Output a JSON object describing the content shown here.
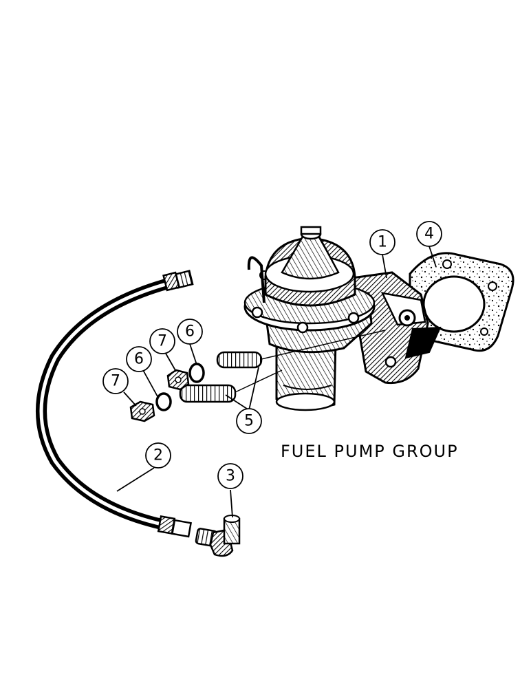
{
  "diagram": {
    "title": "FUEL PUMP GROUP",
    "callouts": {
      "c1": "1",
      "c2": "2",
      "c3": "3",
      "c4": "4",
      "c5": "5",
      "c6a": "6",
      "c6b": "6",
      "c7a": "7",
      "c7b": "7"
    }
  }
}
